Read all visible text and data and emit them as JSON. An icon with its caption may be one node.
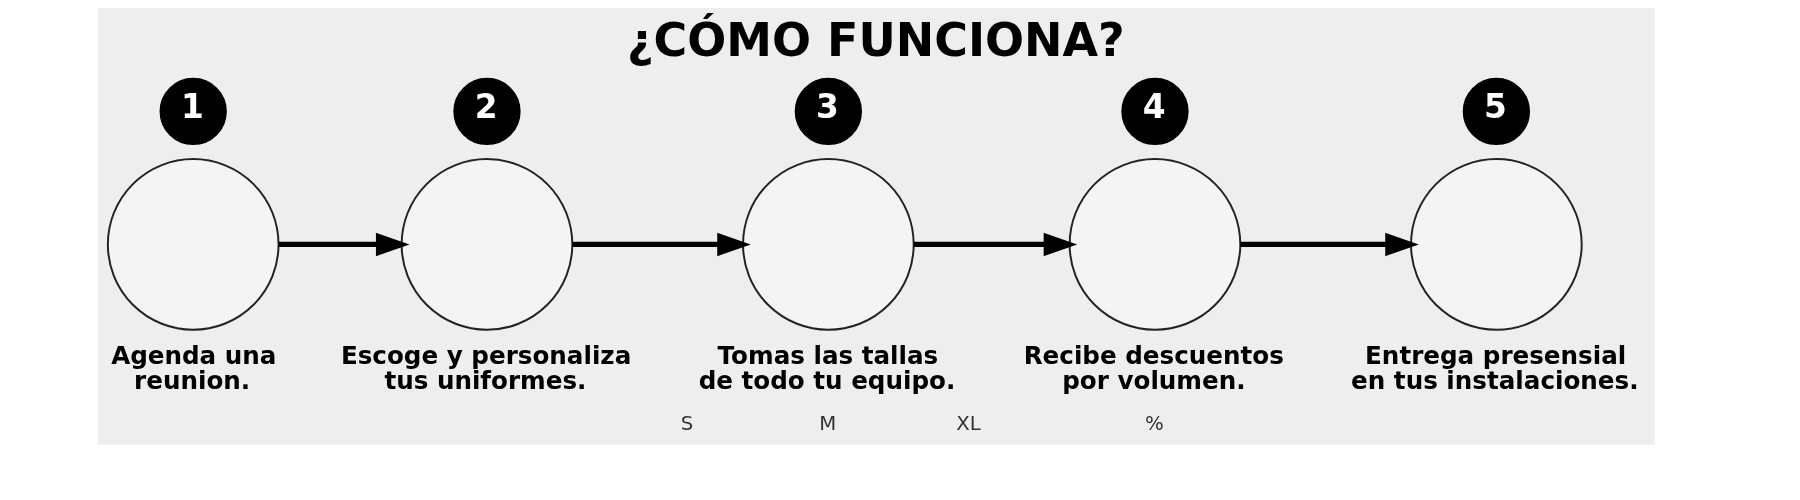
{
  "diagram": {
    "title": "¿CÓMO FUNCIONA?",
    "nodes": [
      {
        "text": [
          "1"
        ]
      },
      {
        "text": [],
        "shape": "circle",
        "beside": [
          "Agenda una reunion."
        ]
      },
      {
        "text": [
          "2"
        ]
      },
      {
        "text": [],
        "shape": "circle",
        "beside": [
          "Escoge y personaliza tus uniformes."
        ]
      },
      {
        "text": [
          "3"
        ]
      },
      {
        "text": [],
        "shape": "circle",
        "beside": [
          "Tomas las tallas de todo tu equipo."
        ]
      },
      {
        "text": [
          "4"
        ]
      },
      {
        "text": [],
        "shape": "circle",
        "beside": [
          "Recibe descuentos por volumen."
        ]
      },
      {
        "text": [
          "5"
        ]
      },
      {
        "text": [],
        "shape": "circle",
        "beside": [
          "Entrega presensial en tus instalaciones."
        ]
      }
    ],
    "edges": [
      {
        "from": 1,
        "to": 3,
        "arrow": "to"
      },
      {
        "from": 3,
        "to": 5,
        "arrow": "to"
      },
      {
        "from": 5,
        "to": 7,
        "arrow": "to"
      },
      {
        "from": 7,
        "to": 9,
        "arrow": "to"
      }
    ],
    "labels": [
      "S",
      "M",
      "XL",
      "%"
    ]
  }
}
